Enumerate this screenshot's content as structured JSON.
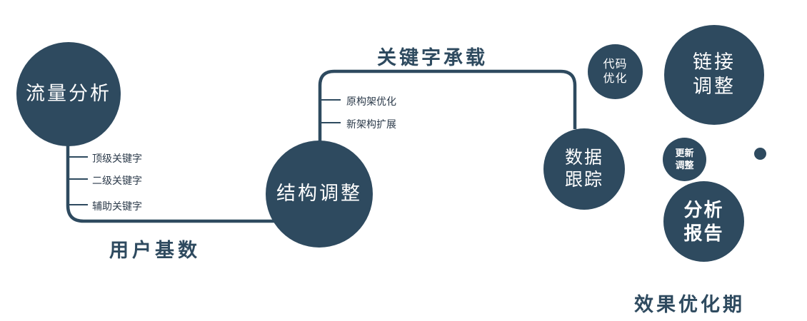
{
  "colors": {
    "primary": "#2e4a5f"
  },
  "nodes": {
    "traffic_analysis": {
      "label": "流量分析"
    },
    "structure_adjust": {
      "label": "结构调整"
    },
    "data_tracking": {
      "line1": "数据",
      "line2": "跟踪"
    },
    "code_optimization": {
      "line1": "代码",
      "line2": "优化"
    },
    "link_adjustment": {
      "line1": "链接",
      "line2": "调整"
    },
    "update_adjustment": {
      "line1": "更新",
      "line2": "调整"
    },
    "analysis_report": {
      "line1": "分析",
      "line2": "报告"
    }
  },
  "branches": {
    "traffic": [
      {
        "label": "顶级关键字"
      },
      {
        "label": "二级关键字"
      },
      {
        "label": "辅助关键字"
      }
    ],
    "structure": [
      {
        "label": "原构架优化"
      },
      {
        "label": "新架构扩展"
      }
    ]
  },
  "labels": {
    "user_base": "用户基数",
    "keyword_carry": "关键字承载",
    "effect_period": "效果优化期"
  }
}
